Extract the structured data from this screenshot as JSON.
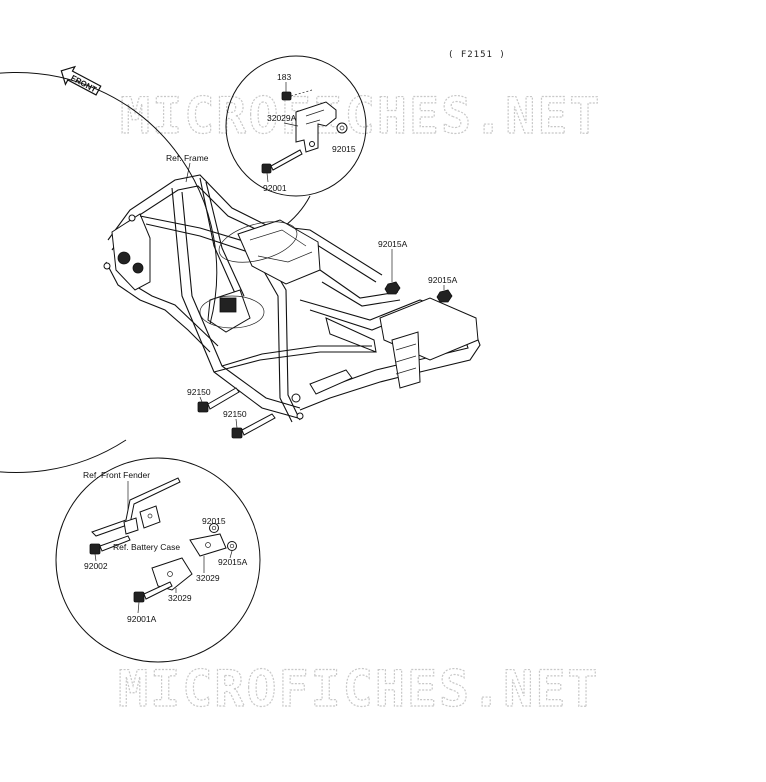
{
  "diagram_code": "( F2151 )",
  "front_arrow_label": "FRONT",
  "watermark_top": "MICROFICHES.NET",
  "watermark_bottom": "MICROFICHES.NET",
  "labels": {
    "p183": "183",
    "p32029A": "32029A",
    "p92015_top": "92015",
    "p92001": "92001",
    "ref_frame": "Ref. Frame",
    "p92015A_1": "92015A",
    "p92015A_2": "92015A",
    "p92150_1": "92150",
    "p92150_2": "92150",
    "ref_front_fender": "Ref. Front Fender",
    "p92015_bottom": "92015",
    "ref_battery_case": "Ref. Battery Case",
    "p92002": "92002",
    "p32029_1": "32029",
    "p92015A_3": "92015A",
    "p32029_2": "32029",
    "p92001A": "92001A"
  }
}
